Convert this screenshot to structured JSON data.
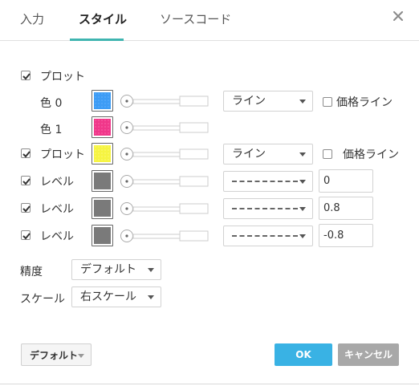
{
  "tabs": [
    {
      "label": "入力"
    },
    {
      "label": "スタイル"
    },
    {
      "label": "ソースコード"
    }
  ],
  "colors": {
    "accent_tab": "#3fb5b0",
    "ok_button": "#39b2e4",
    "cancel_button": "#a8a8a8",
    "color0": "#3d9cf5",
    "color1": "#f0378a",
    "plot2": "#f6f442",
    "level": "#7a7a7a"
  },
  "plot1": {
    "checked": true,
    "label": "プロット",
    "colors": [
      {
        "label": "色 0"
      },
      {
        "label": "色 1"
      }
    ],
    "style": "ライン",
    "price_line_label": "価格ライン",
    "price_line_checked": false
  },
  "plot2": {
    "checked": true,
    "label": "プロット",
    "style": "ライン",
    "price_line_label": "価格ライン",
    "price_line_checked": false
  },
  "levels": [
    {
      "checked": true,
      "label": "レベル",
      "value": "0"
    },
    {
      "checked": true,
      "label": "レベル",
      "value": "0.8"
    },
    {
      "checked": true,
      "label": "レベル",
      "value": "-0.8"
    }
  ],
  "precision": {
    "label": "精度",
    "value": "デフォルト"
  },
  "scale": {
    "label": "スケール",
    "value": "右スケール"
  },
  "footer": {
    "default_label": "デフォルト",
    "ok_label": "OK",
    "cancel_label": "キャンセル"
  }
}
